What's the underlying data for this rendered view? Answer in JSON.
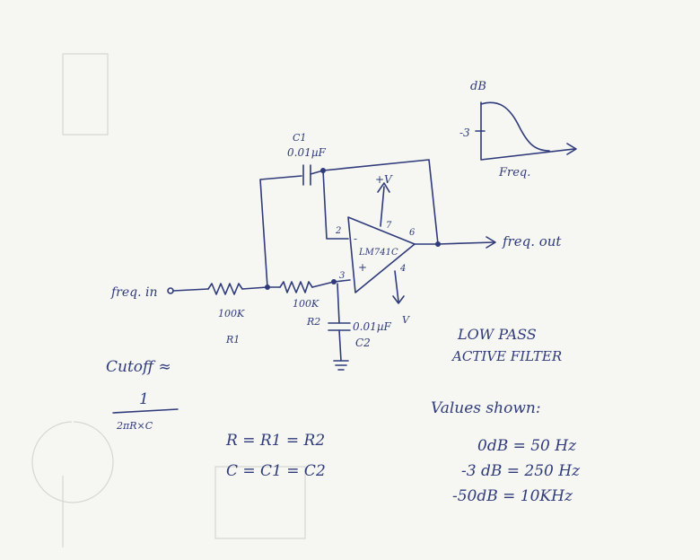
{
  "components": {
    "c1_label": "C1",
    "c1_value": "0.01µF",
    "c2_value": "0.01µF",
    "c2_label": "C2",
    "r1_value": "100K",
    "r1_label": "R1",
    "r2_value": "100K",
    "r2_label": "R2",
    "opamp_label": "LM741C",
    "pin_inv": "2",
    "pin_noninv": "3",
    "pin_vplus": "7",
    "pin_out": "6",
    "pin_vminus": "4",
    "supply_plus": "+V",
    "sign_minus": "-",
    "sign_plus": "+",
    "supply_minus": "V"
  },
  "signals": {
    "input": "freq. in",
    "output": "freq. out"
  },
  "response_plot": {
    "y_label": "dB",
    "y_tick": "-3",
    "x_label": "Freq."
  },
  "title": {
    "line1": "LOW PASS",
    "line2": "ACTIVE FILTER"
  },
  "formula": {
    "label": "Cutoff ≈",
    "numerator": "1",
    "denominator": "2πR×C",
    "r_eq": "R = R1 = R2",
    "c_eq": "C = C1 = C2"
  },
  "values": {
    "heading": "Values shown:",
    "row1": "0dB = 50 Hz",
    "row2": "-3 dB = 250 Hz",
    "row3": "-50dB = 10KHz"
  }
}
